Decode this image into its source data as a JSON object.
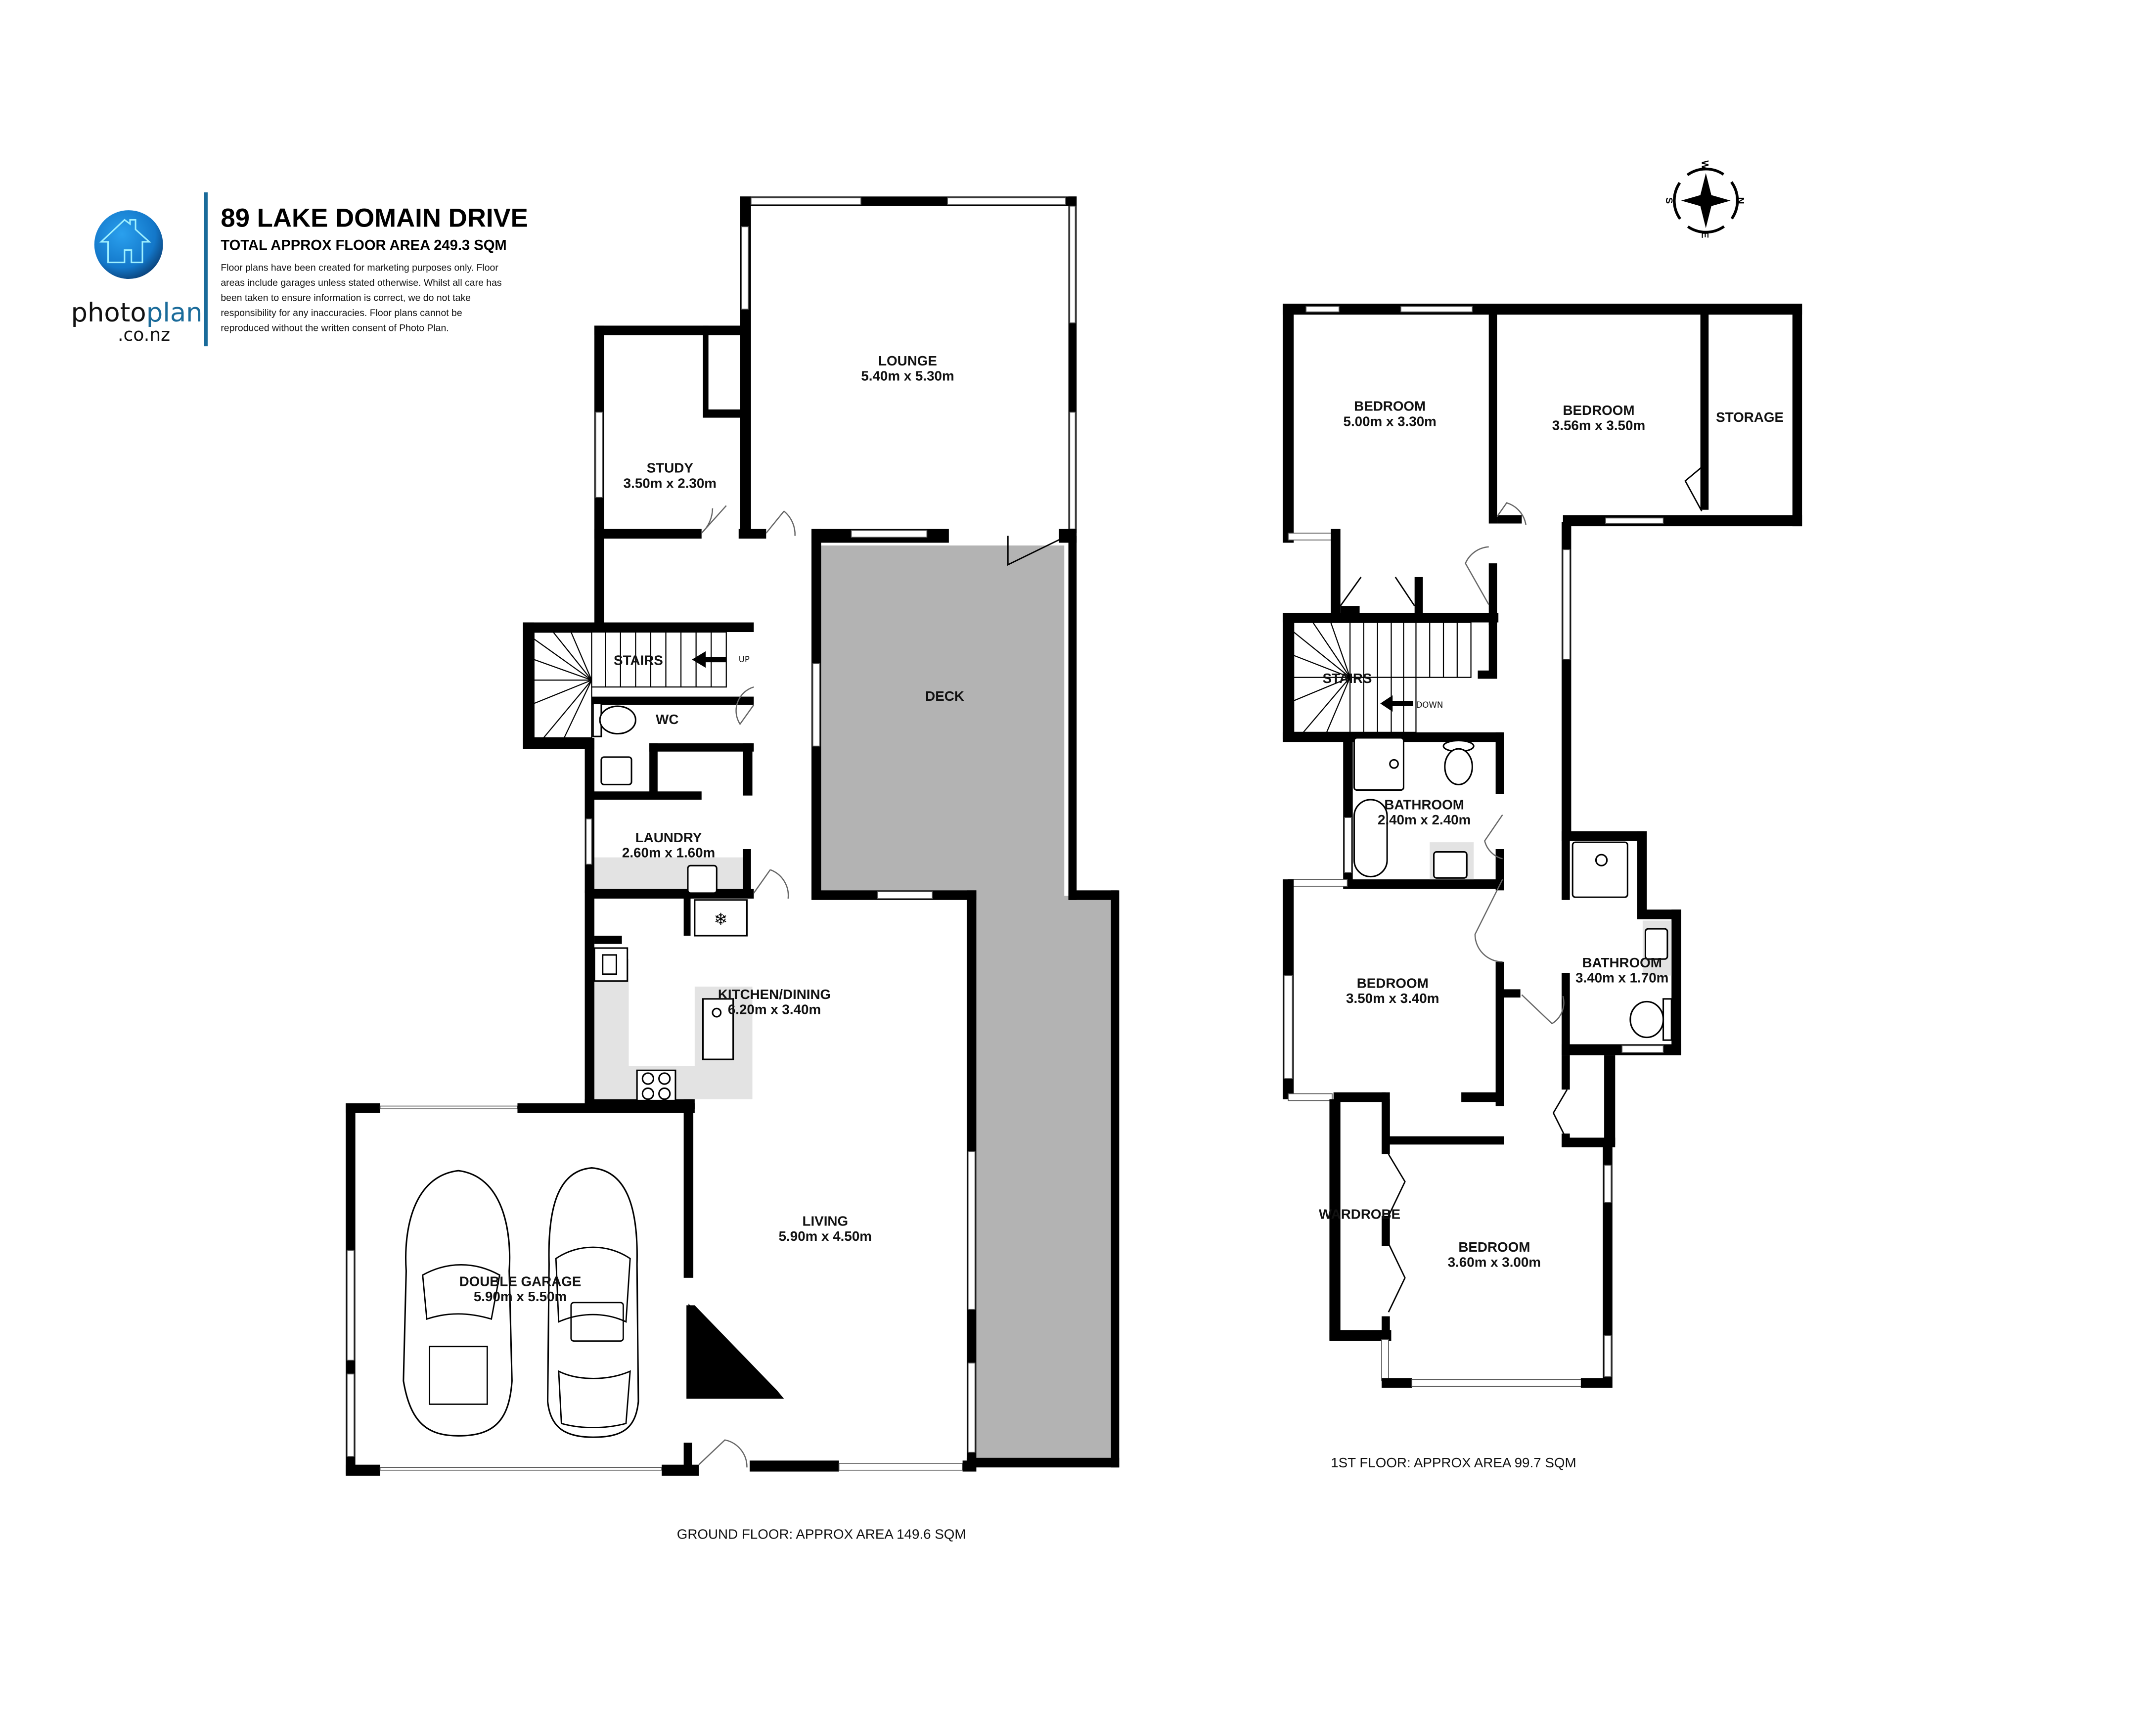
{
  "header": {
    "title": "89 LAKE DOMAIN DRIVE",
    "total_area": "TOTAL APPROX FLOOR AREA 249.3 SQM",
    "disclaimer_lines": [
      "Floor plans have been created for marketing purposes only. Floor",
      "areas include garages unless stated otherwise. Whilst all care has",
      "been taken to ensure information is correct, we do not take",
      "responsibility for any inaccuracies. Floor plans cannot be",
      "reproduced without the written consent of Photo Plan."
    ],
    "accent_color": "#1a6b9a"
  },
  "brand": {
    "logo_icon": "house-in-circle-icon",
    "name_part1": "photo",
    "name_part2": "plan",
    "domain": ".co.nz",
    "logo_color": "#1377c9"
  },
  "compass": {
    "icon": "compass-rose-icon",
    "top": "W",
    "right": "N",
    "bottom": "E",
    "left": "S"
  },
  "ground_floor": {
    "caption": "GROUND FLOOR: APPROX AREA 149.6 SQM",
    "rooms": {
      "lounge": {
        "name": "LOUNGE",
        "dims": "5.40m  x 5.30m"
      },
      "study": {
        "name": "STUDY",
        "dims": "3.50m  x 2.30m"
      },
      "stairs": {
        "name": "STAIRS",
        "direction": "UP"
      },
      "wc": {
        "name": "WC"
      },
      "deck": {
        "name": "DECK"
      },
      "laundry": {
        "name": "LAUNDRY",
        "dims": "2.60m  x 1.60m"
      },
      "kitchen": {
        "name": "KITCHEN/DINING",
        "dims": "6.20m  x 3.40m"
      },
      "living": {
        "name": "LIVING",
        "dims": "5.90m  x 4.50m"
      },
      "garage": {
        "name": "DOUBLE GARAGE",
        "dims": "5.90m  x 5.50m"
      }
    }
  },
  "first_floor": {
    "caption": "1ST FLOOR: APPROX AREA 99.7 SQM",
    "rooms": {
      "bedroom1": {
        "name": "BEDROOM",
        "dims": "5.00m  x 3.30m"
      },
      "bedroom2": {
        "name": "BEDROOM",
        "dims": "3.56m  x 3.50m"
      },
      "storage": {
        "name": "STORAGE"
      },
      "stairs": {
        "name": "STAIRS",
        "direction": "DOWN"
      },
      "bathroom1": {
        "name": "BATHROOM",
        "dims": "2.40m  x 2.40m"
      },
      "bedroom3": {
        "name": "BEDROOM",
        "dims": "3.50m  x 3.40m"
      },
      "bathroom2": {
        "name": "BATHROOM",
        "dims": "3.40m  x 1.70m"
      },
      "wardrobe": {
        "name": "WARDROBE"
      },
      "bedroom4": {
        "name": "BEDROOM",
        "dims": "3.60m  x 3.00m"
      }
    }
  },
  "colors": {
    "wall": "#000000",
    "deck_fill": "#b3b3b3",
    "bench_fill": "#e3e3e3",
    "divider": "#1a6b9a"
  }
}
